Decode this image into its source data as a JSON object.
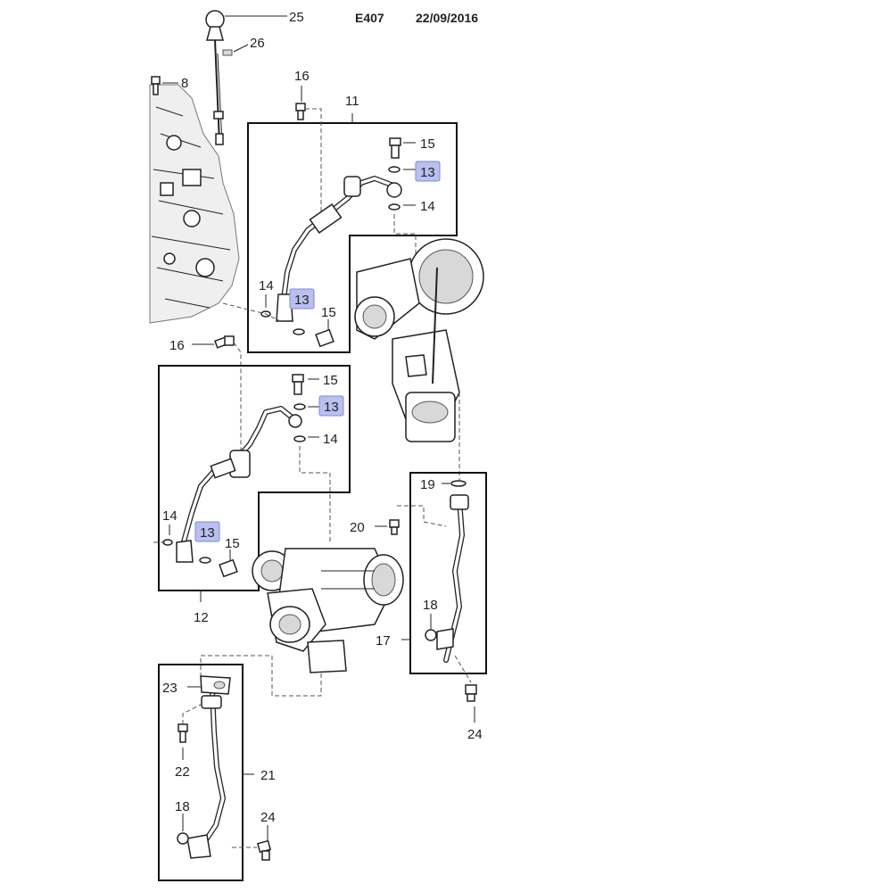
{
  "header": {
    "code": "E407",
    "date": "22/09/2016"
  },
  "labels": {
    "l25": "25",
    "l26": "26",
    "l8": "8",
    "l16a": "16",
    "l11": "11",
    "l15a": "15",
    "l13a": "13",
    "l14a": "14",
    "l14b": "14",
    "l13b": "13",
    "l15b": "15",
    "l16b": "16",
    "l15c": "15",
    "l13c": "13",
    "l14c": "14",
    "l14d": "14",
    "l13d": "13",
    "l15d": "15",
    "l12": "12",
    "l19": "19",
    "l20": "20",
    "l18a": "18",
    "l17": "17",
    "l24a": "24",
    "l23": "23",
    "l22": "22",
    "l21": "21",
    "l18b": "18",
    "l24b": "24"
  },
  "colors": {
    "highlight": "#b9c0f0",
    "lines": "#222222"
  }
}
